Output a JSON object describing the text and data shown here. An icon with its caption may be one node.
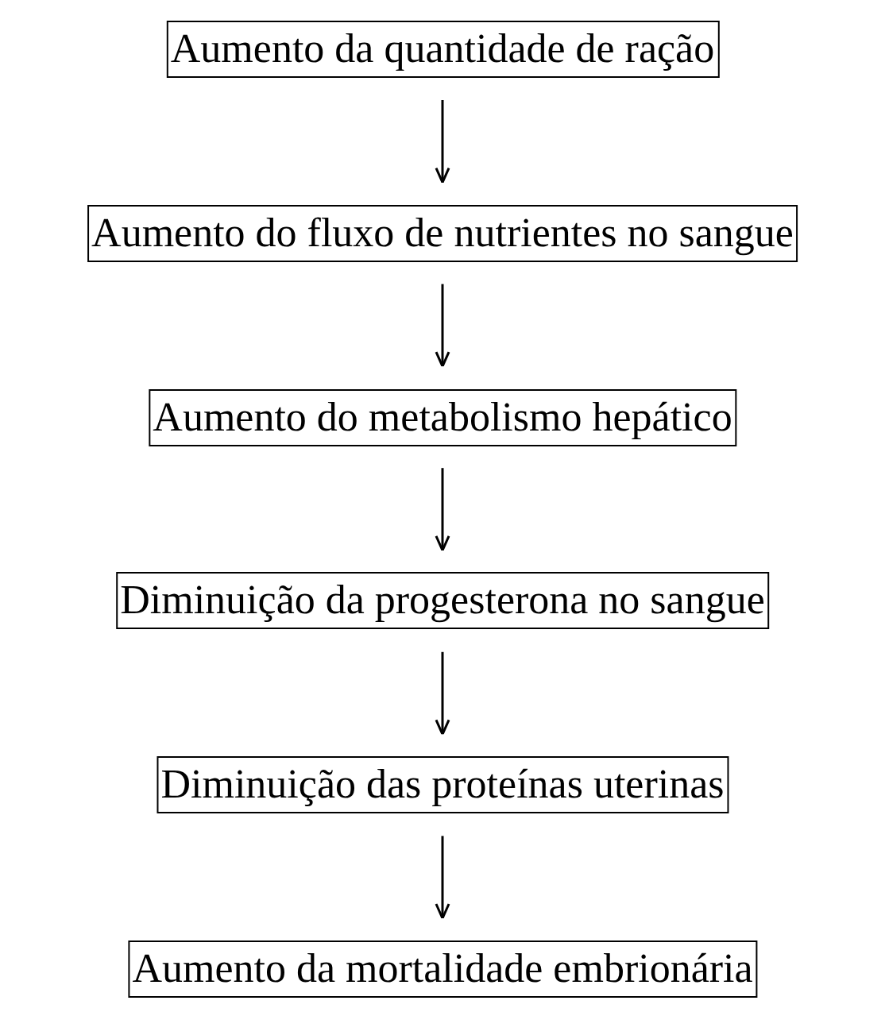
{
  "diagram": {
    "nodes": [
      {
        "text": [
          "Aumento da quantidade de ração"
        ]
      },
      {
        "text": [
          "Aumento do fluxo de nutrientes no sangue"
        ]
      },
      {
        "text": [
          "Aumento do metabolismo hepático"
        ]
      },
      {
        "text": [
          "Diminuição da progesterona no sangue"
        ]
      },
      {
        "text": [
          "Diminuição das proteínas uterinas"
        ]
      },
      {
        "text": [
          "Aumento da mortalidade embrionária"
        ]
      }
    ],
    "edges": [
      {
        "from": 0,
        "to": 1,
        "arrow": "to"
      },
      {
        "from": 1,
        "to": 2,
        "arrow": "to"
      },
      {
        "from": 2,
        "to": 3,
        "arrow": "to"
      },
      {
        "from": 3,
        "to": 4,
        "arrow": "to"
      },
      {
        "from": 4,
        "to": 5,
        "arrow": "to"
      }
    ]
  }
}
